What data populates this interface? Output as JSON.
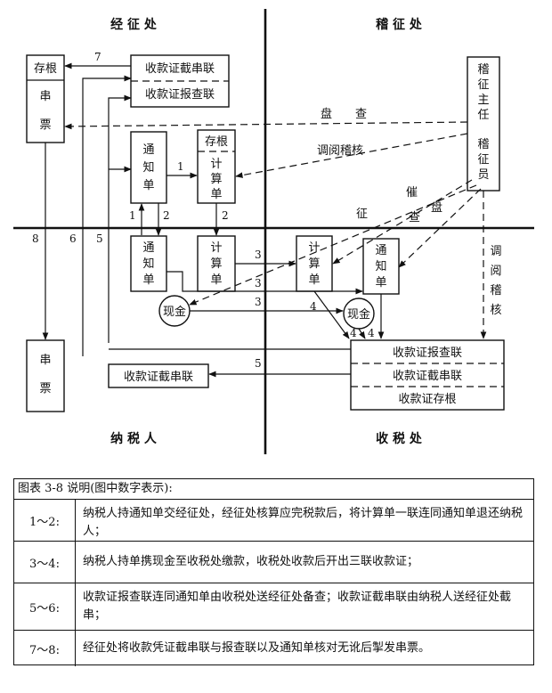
{
  "quadrants": {
    "top_left": "经 征 处",
    "top_right": "稽 征 处",
    "bottom_left": "纳 税 人",
    "bottom_right": "收 税 处"
  },
  "boxes": {
    "stub": "存根",
    "serial_ticket": "串票",
    "receipt_serial": "收款证截串联",
    "receipt_audit": "收款证报查联",
    "receipt_stub": "收款证存根",
    "notice": "通知单",
    "calc_stub": "存根",
    "calc": "计算单",
    "cash": "现金",
    "audit_chief": "稽征主任",
    "auditor": "稽征员"
  },
  "flow_labels": {
    "pan_cha": "盘　　查",
    "tiao_yue_ji_he": "调阅稽核",
    "cui": "催",
    "zheng": "征",
    "pan": "盘",
    "cha": "查",
    "vertical_tiao_yue_ji_he": "调阅稽核"
  },
  "step_numbers": [
    "1",
    "2",
    "3",
    "4",
    "5",
    "6",
    "7",
    "8"
  ],
  "legend": {
    "caption": "图表 3-8 说明(图中数字表示):",
    "rows": [
      {
        "key": "1～2:",
        "text": "纳税人持通知单交经征处，经征处核算应完税款后，将计算单一联连同通知单退还纳税人；"
      },
      {
        "key": "3～4:",
        "text": "纳税人持单携现金至收税处缴款，收税处收款后开出三联收款证；"
      },
      {
        "key": "5～6:",
        "text": "收款证报查联连同通知单由收税处送经征处备查；收款证截串联由纳税人送经征处截串；"
      },
      {
        "key": "7～8:",
        "text": "经征处将收款凭证截串联与报查联以及通知单核对无讹后掣发串票。"
      }
    ]
  }
}
